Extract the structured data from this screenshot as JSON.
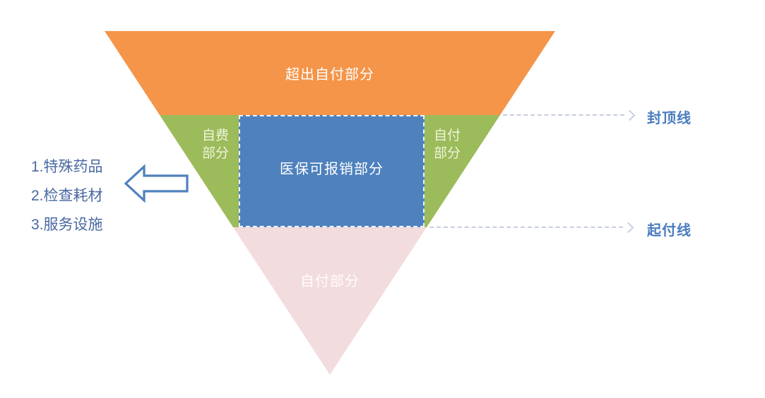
{
  "funnel": {
    "sections": {
      "over_cap": {
        "label": "超出自付部分",
        "color": "#F4954A",
        "text_color": "#FFFFFF"
      },
      "middle": {
        "color": "#9CBB5A",
        "left_label": "自费\n部分",
        "right_label": "自付\n部分",
        "label_text_color": "#EDF4DC"
      },
      "reimbursable": {
        "label": "医保可报销部分",
        "color": "#4E81BD",
        "text_color": "#FFFFFF",
        "border_style": "white-dashed"
      },
      "below_deductible": {
        "label": "自付部分",
        "color": "#F3DCDD",
        "text_color": "#FFFFFF"
      }
    }
  },
  "guide_lines": {
    "cap_line": {
      "label": "封顶线"
    },
    "deductible_line": {
      "label": "起付线"
    },
    "line_color": "#C7CFDE",
    "label_color": "#4A7CBF"
  },
  "exclusion_list": {
    "items": [
      "1.特殊药品",
      "2.检查耗材",
      "3.服务设施"
    ],
    "text_color": "#4A69A2"
  },
  "arrow": {
    "direction": "left",
    "stroke_color": "#4E81BD",
    "fill_color": "#FFFFFF"
  }
}
